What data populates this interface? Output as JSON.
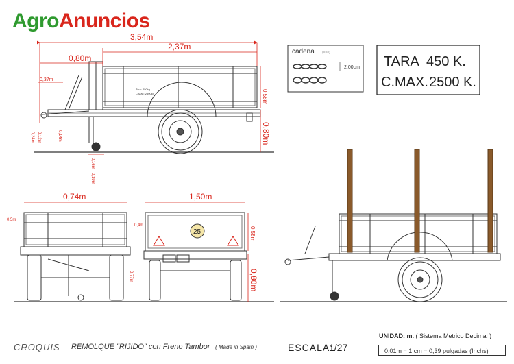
{
  "logo": {
    "part1": "Agro",
    "part2": "Anuncios"
  },
  "dimensions": {
    "overall_length": "3,54m",
    "box_length": "2,37m",
    "tongue_length": "0,80m",
    "side_height": "0,58m",
    "deck_height": "0,80m",
    "hitch_offset": "0,37m",
    "small_1": "0,24m",
    "small_2": "0,12m",
    "small_3": "0,14m",
    "small_4": "0,16m",
    "small_5": "0,19m",
    "rear_width": "0,74m",
    "front_width": "1,50m",
    "rear_side_height": "0,58m",
    "rear_deck_height": "0,80m",
    "small_6": "0,5m",
    "small_7": "0,4m",
    "small_8": "0,77m"
  },
  "plate_text": {
    "line1": "Tara: 450kg",
    "line2": "C.Max: 2500kg"
  },
  "speed_badge": "25",
  "chain": {
    "label": "cadena",
    "note": "(###)",
    "size": "2,00cm"
  },
  "weights": {
    "line1_label": "TARA",
    "line1_value": "450 K.",
    "line2_label": "C.MAX.",
    "line2_value": "2500 K."
  },
  "footer": {
    "croquis": "CROQUIS",
    "title": "REMOLQUE \"RIJIDO\" con Freno Tambor",
    "made_in": "( Made in Spain )",
    "escala_label": "ESCALA:",
    "escala_value": "1/27",
    "unidad_label": "UNIDAD:",
    "unidad_unit": "m.",
    "unidad_system": "( Sistema Metrico Decimal )",
    "conversion": "0.01m  =  1 cm  =  0,39 pulgadas (Inchs)"
  },
  "colors": {
    "dimension": "#d9261c",
    "drawing": "#333333",
    "wood": "#8a5a2b",
    "logo_green": "#2f9a2f",
    "logo_red": "#d9261c"
  }
}
